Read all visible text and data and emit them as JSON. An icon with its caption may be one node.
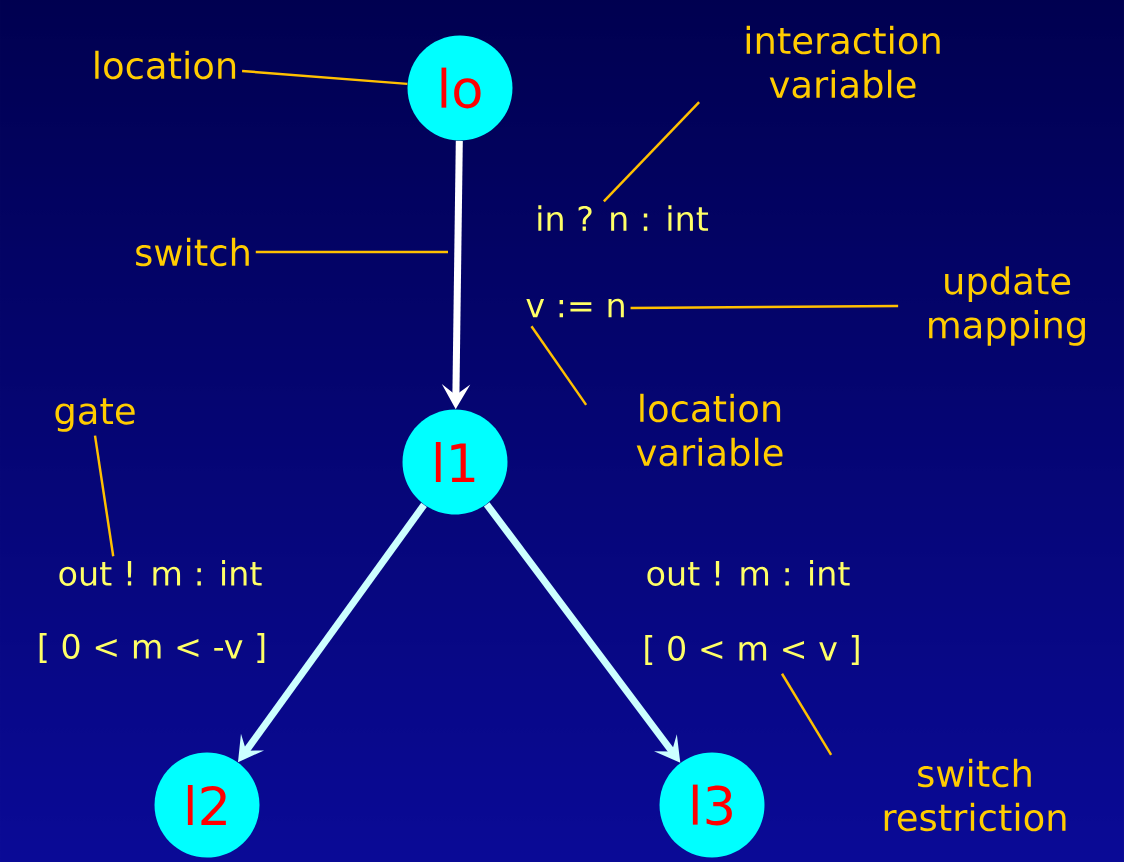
{
  "diagram": {
    "nodes": [
      {
        "text": [
          "lo"
        ]
      },
      {
        "text": [
          "l1"
        ]
      },
      {
        "text": [
          "l2"
        ]
      },
      {
        "text": [
          "l3"
        ]
      },
      {
        "text": [
          "location"
        ]
      },
      {
        "text": [
          "interaction variable"
        ]
      },
      {
        "text": [
          "in ? n : int"
        ]
      },
      {
        "text": [
          "switch"
        ]
      },
      {
        "text": [
          "v := n"
        ]
      },
      {
        "text": [
          "update mapping"
        ]
      },
      {
        "text": [
          "location variable"
        ]
      },
      {
        "text": [
          "gate"
        ]
      },
      {
        "text": [
          "out ! m : int"
        ]
      },
      {
        "text": [
          "[ 0 < m < -v ]"
        ]
      },
      {
        "text": [
          "out ! m : int"
        ]
      },
      {
        "text": [
          "[ 0 < m < v ]"
        ]
      },
      {
        "text": [
          "switch restriction"
        ]
      }
    ],
    "edges": [
      {
        "from": 0,
        "to": 1,
        "arrow": "to",
        "style": "thick",
        "color": "#ffffff"
      },
      {
        "from": 1,
        "to": 2,
        "arrow": "to",
        "style": "thick",
        "color": "#ccffff"
      },
      {
        "from": 1,
        "to": 3,
        "arrow": "to",
        "style": "thick",
        "color": "#ccffff"
      },
      {
        "from": 4,
        "to": 0,
        "arrow": "none"
      },
      {
        "from": 5,
        "to": 6,
        "arrow": "none"
      },
      {
        "from": 7,
        "to": null,
        "arrow": "none"
      },
      {
        "from": 9,
        "to": 8,
        "arrow": "none"
      },
      {
        "from": 10,
        "to": 8,
        "arrow": "none"
      },
      {
        "from": 11,
        "to": 12,
        "arrow": "none"
      },
      {
        "from": 16,
        "to": 15,
        "arrow": "none"
      }
    ]
  }
}
